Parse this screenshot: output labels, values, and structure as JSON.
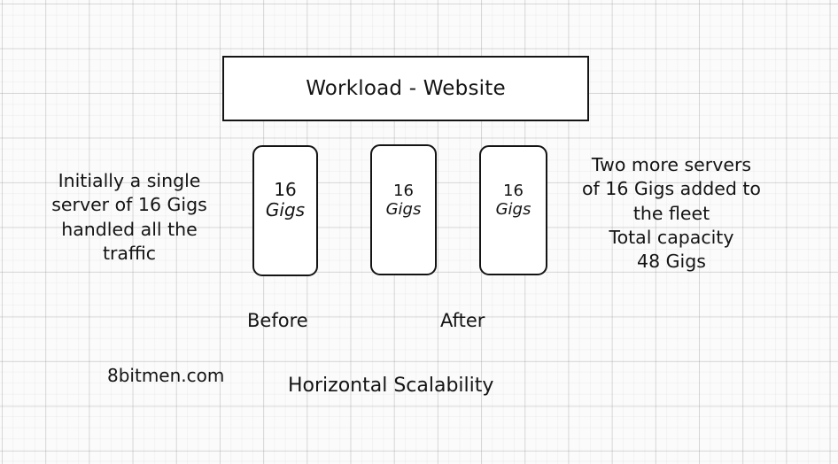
{
  "diagram": {
    "title": "Horizontal Scalability",
    "watermark": "8bitmen.com",
    "workload": {
      "label": "Workload - Website"
    },
    "servers": [
      {
        "amount": "16",
        "unit": "Gigs"
      },
      {
        "amount": "16",
        "unit": "Gigs"
      },
      {
        "amount": "16",
        "unit": "Gigs"
      }
    ],
    "notes": {
      "before": "Initially a single\nserver of 16 Gigs\nhandled all the\ntraffic",
      "after": "Two more servers\nof 16 Gigs added to\nthe fleet\nTotal capacity\n48 Gigs"
    },
    "captions": {
      "before": "Before",
      "after": "After"
    },
    "colors": {
      "background": "#fbfbfb",
      "grid": "#c8c8c8",
      "stroke": "#141414",
      "box_fill": "#ffffff",
      "text": "#141414"
    }
  }
}
